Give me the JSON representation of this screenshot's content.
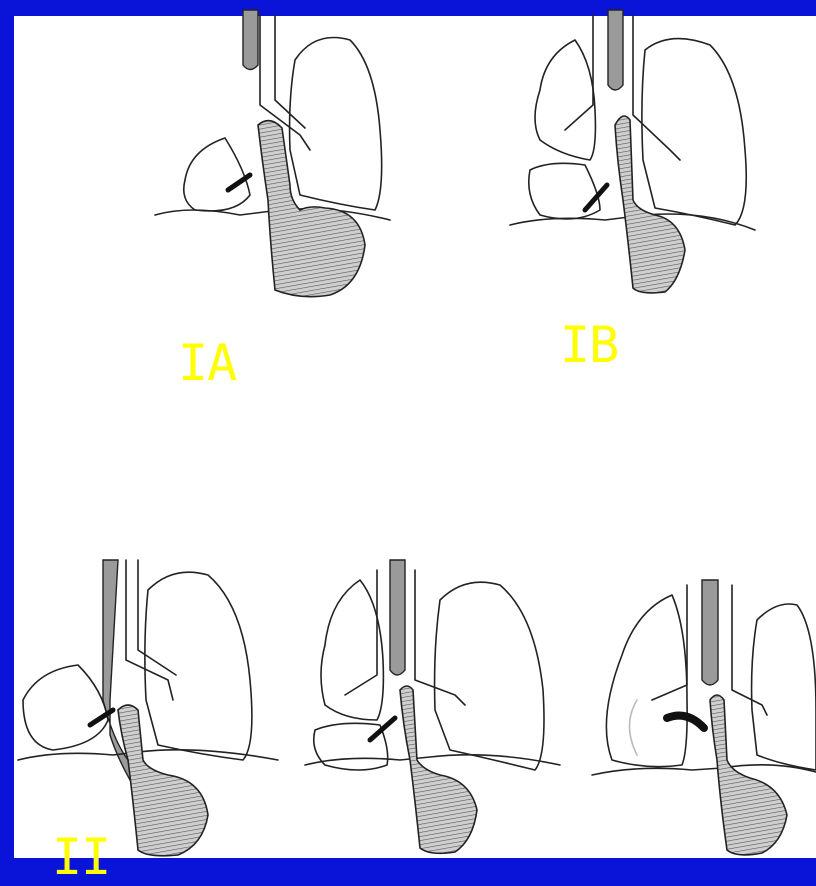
{
  "diagram": {
    "labels": {
      "panel_ia": "IA",
      "panel_ib": "IB",
      "panel_ii": "II"
    },
    "colors": {
      "background": "#0a14d8",
      "canvas": "#ffffff",
      "label": "#ffff00",
      "ink": "#222222"
    }
  }
}
